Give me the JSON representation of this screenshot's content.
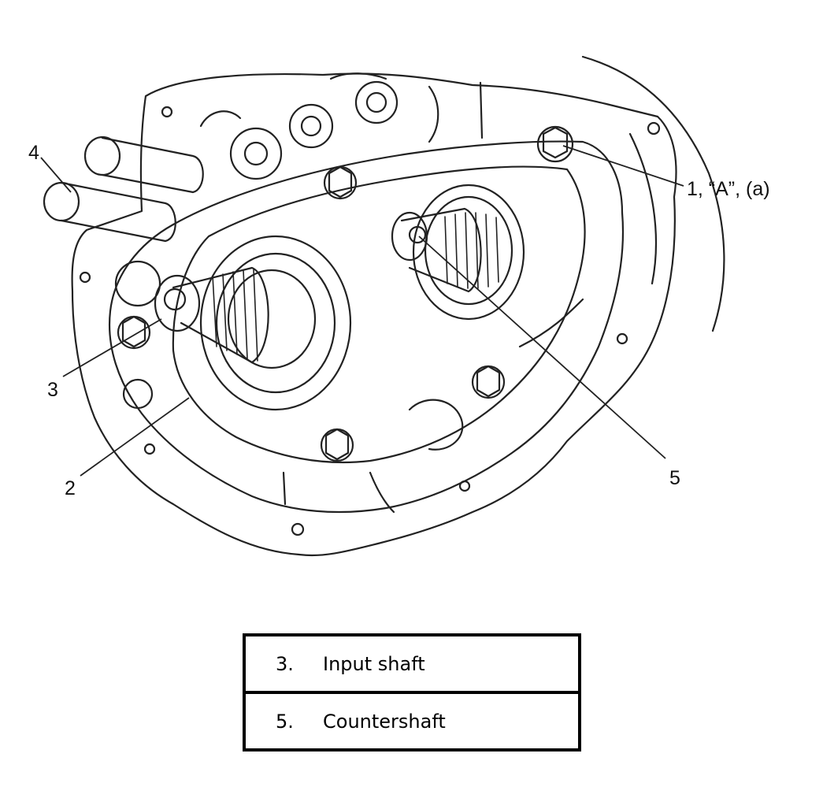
{
  "callouts": {
    "c1": "1, “A”, (a)",
    "c2": "2",
    "c3": "3",
    "c4": "4",
    "c5": "5"
  },
  "legend": {
    "rows": [
      {
        "number": "3.",
        "name": "Input shaft"
      },
      {
        "number": "5.",
        "name": "Countershaft"
      }
    ]
  },
  "colors": {
    "line": "#222222",
    "border": "#000000"
  }
}
